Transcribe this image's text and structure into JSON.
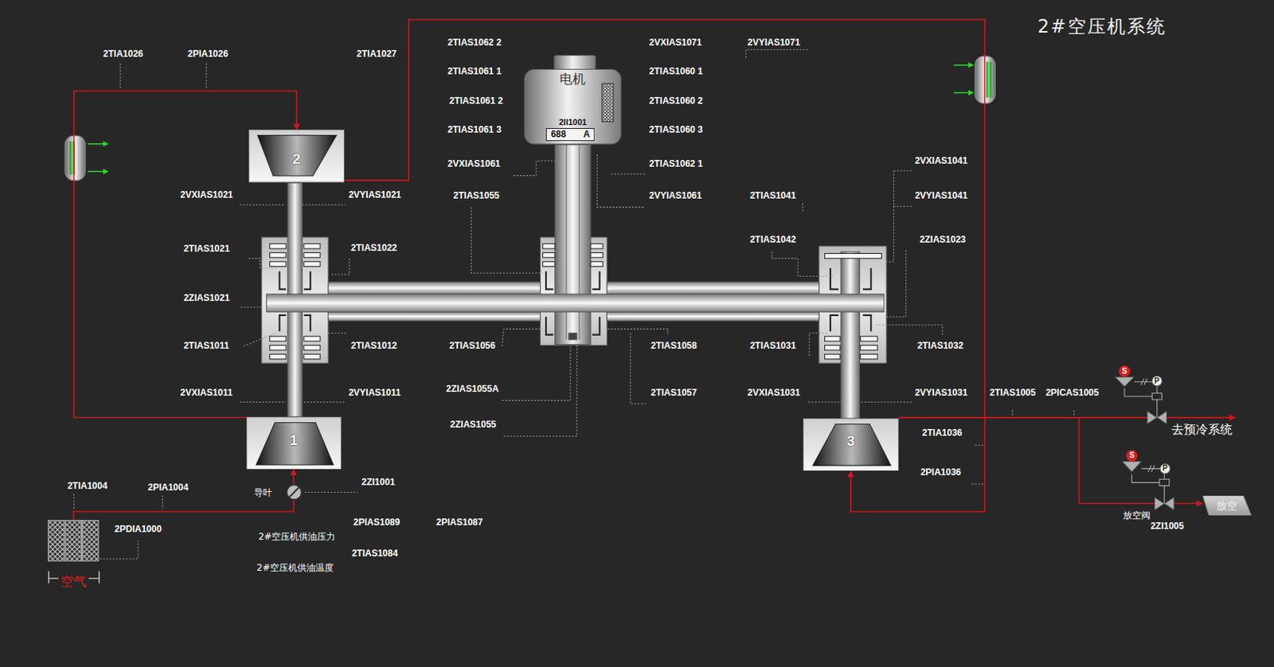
{
  "diagram": {
    "title": "2#空压机系统",
    "nodes": [
      {
        "text": [
          "电机",
          "2II1001"
        ]
      },
      {
        "text": [
          "688",
          "A"
        ],
        "in": 0
      },
      {
        "text": [
          "2"
        ]
      },
      {
        "text": [
          "1"
        ]
      },
      {
        "text": [
          "3"
        ]
      },
      {
        "text": [
          "放空"
        ]
      },
      {
        "text": [
          "空气"
        ]
      }
    ],
    "edges": [
      {
        "from": 6,
        "to": 3,
        "arrow": "to"
      },
      {
        "from": 3,
        "to": 2,
        "arrow": "to"
      },
      {
        "from": 2,
        "to": 4,
        "arrow": "to"
      },
      {
        "from": 4,
        "to": 5,
        "arrow": "to"
      }
    ],
    "labels": [
      "2TIA1026",
      "2PIA1026",
      "2TIA1027",
      "2TIAS1062 2",
      "2VXIAS1071",
      "2VYIAS1071",
      "2TIAS1061 1",
      "2TIAS1060 1",
      "2TIAS1061 2",
      "2TIAS1060 2",
      "2TIAS1061 3",
      "2TIAS1060 3",
      "2VXIAS1041",
      "2VXIAS1061",
      "2TIAS1062 1",
      "2VXIAS1021",
      "2VYIAS1021",
      "2TIAS1055",
      "2VYIAS1061",
      "2TIAS1041",
      "2VYIAS1041",
      "2TIAS1042",
      "2ZIAS1023",
      "2TIAS1021",
      "2TIAS1022",
      "2ZIAS1021",
      "2TIAS1011",
      "2TIAS1012",
      "2TIAS1056",
      "2TIAS1058",
      "2TIAS1031",
      "2TIAS1032",
      "S",
      "P",
      "2ZIAS1055A",
      "2VXIAS1011",
      "2VYIAS1011",
      "2TIAS1057",
      "2VXIAS1031",
      "2VYIAS1031",
      "2TIAS1005",
      "2PICAS1005",
      "2ZIAS1055",
      "去预冷系统",
      "2TIA1036",
      "S",
      "P",
      "2PIA1036",
      "2ZI1001",
      "2TIA1004",
      "2PIA1004",
      "导叶",
      "放空阀",
      "2PIAS1089",
      "2PIAS1087",
      "2ZI1005",
      "2PDIA1000",
      "2#空压机供油压力",
      "2TIAS1084",
      "2#空压机供油温度"
    ]
  }
}
